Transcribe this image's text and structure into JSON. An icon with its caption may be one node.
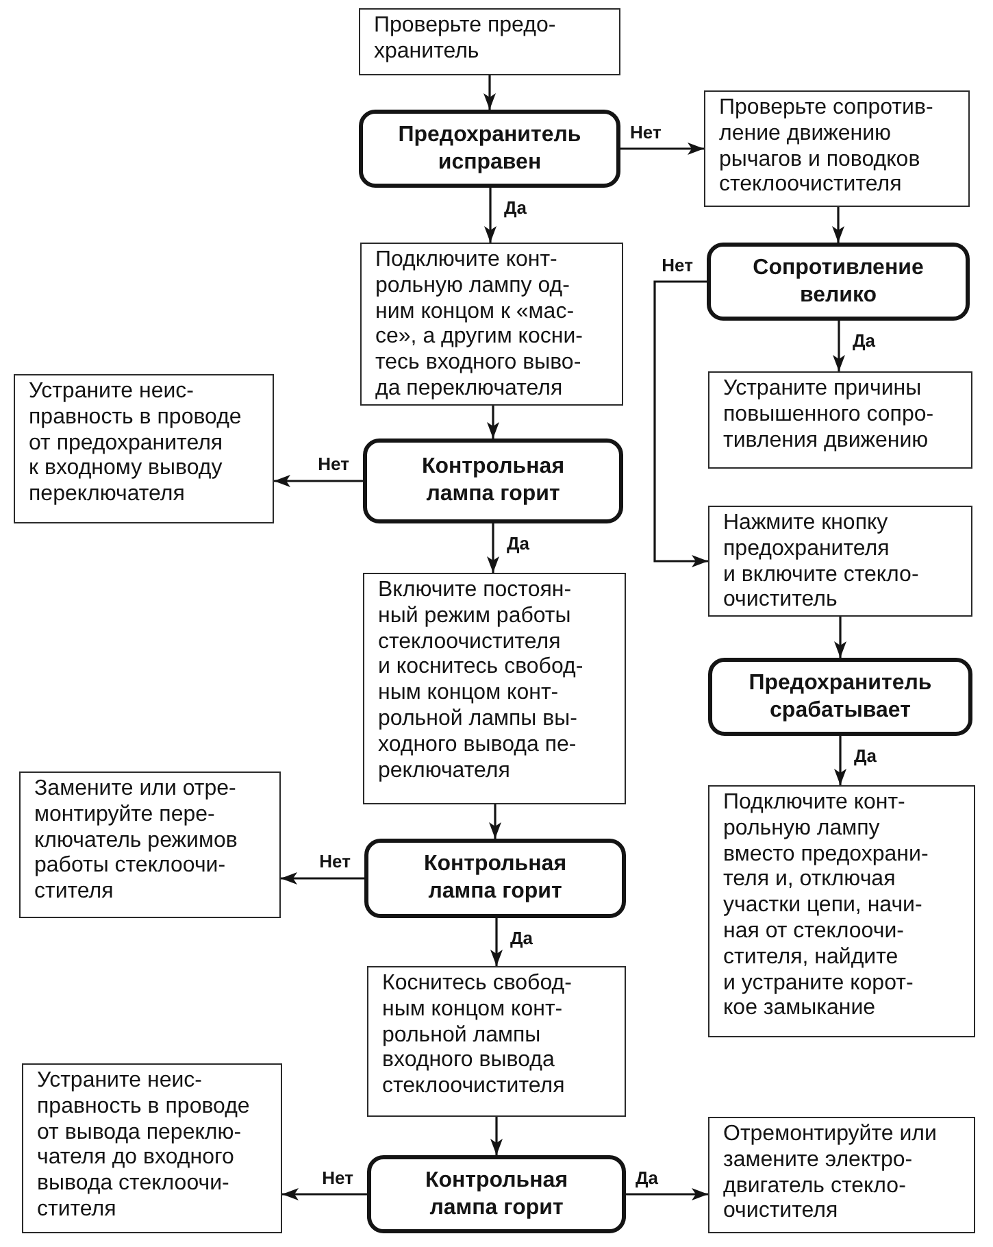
{
  "diagram": {
    "nodes": [
      {
        "text": [
          "Проверьте предо- хранитель"
        ]
      },
      {
        "text": [
          "Предохранитель исправен"
        ]
      },
      {
        "text": [
          "Проверьте сопротив- ление движению рычагов и поводков стеклоочистителя"
        ]
      },
      {
        "text": [
          "Подключите конт- рольную лампу од- ним концом к «мас- се», а другим косни- тесь входного выво- да переключателя"
        ]
      },
      {
        "text": [
          "Сопротивление велико"
        ]
      },
      {
        "text": [
          "Устраните неис- правность в проводе от предохранителя к входному выводу переключателя"
        ]
      },
      {
        "text": [
          "Контрольная лампа горит"
        ]
      },
      {
        "text": [
          "Устраните причины повышенного сопро- тивления движению"
        ]
      },
      {
        "text": [
          "Нажмите кнопку предохранителя и включите стекло- очиститель"
        ]
      },
      {
        "text": [
          "Включите постоян- ный режим работы стеклоочистителя и коснитесь свобод- ным концом конт- рольной лампы вы- ходного вывода пе- реключателя"
        ]
      },
      {
        "text": [
          "Предохранитель срабатывает"
        ]
      },
      {
        "text": [
          "Замените или отре- монтируйте пере- ключатель режимов работы стеклоочи- стителя"
        ]
      },
      {
        "text": [
          "Контрольная лампа горит"
        ]
      },
      {
        "text": [
          "Подключите конт- рольную лампу вместо предохрани- теля и, отключая участки цепи, начи- ная от стеклоочи- стителя, найдите и устраните корот- кое замыкание"
        ]
      },
      {
        "text": [
          "Коснитесь свобод- ным концом конт- рольной лампы входного вывода стеклоочистителя"
        ]
      },
      {
        "text": [
          "Устраните неис- правность в проводе от вывода переклю- чателя до входного вывода стеклоочи- стителя"
        ]
      },
      {
        "text": [
          "Контрольная лампа горит"
        ]
      },
      {
        "text": [
          "Отремонтируйте или замените электро- двигатель стекло- очистителя"
        ]
      }
    ],
    "edges": [
      {
        "from": 0,
        "to": 1,
        "arrow": "to"
      },
      {
        "from": 1,
        "to": 2,
        "arrow": "to",
        "label": "Нет"
      },
      {
        "from": 1,
        "to": 3,
        "arrow": "to",
        "label": "Да"
      },
      {
        "from": 2,
        "to": 4,
        "arrow": "to"
      },
      {
        "from": 4,
        "to": 7,
        "arrow": "to",
        "label": "Да"
      },
      {
        "from": 4,
        "to": 8,
        "arrow": "to",
        "label": "Нет"
      },
      {
        "from": 3,
        "to": 6,
        "arrow": "to"
      },
      {
        "from": 6,
        "to": 5,
        "arrow": "to",
        "label": "Нет"
      },
      {
        "from": 6,
        "to": 9,
        "arrow": "to",
        "label": "Да"
      },
      {
        "from": 8,
        "to": 10,
        "arrow": "to"
      },
      {
        "from": 10,
        "to": 13,
        "arrow": "to",
        "label": "Да"
      },
      {
        "from": 9,
        "to": 12,
        "arrow": "to"
      },
      {
        "from": 12,
        "to": 11,
        "arrow": "to",
        "label": "Нет"
      },
      {
        "from": 12,
        "to": 14,
        "arrow": "to",
        "label": "Да"
      },
      {
        "from": 14,
        "to": 16,
        "arrow": "to"
      },
      {
        "from": 16,
        "to": 15,
        "arrow": "to",
        "label": "Нет"
      },
      {
        "from": 16,
        "to": 17,
        "arrow": "to",
        "label": "Да"
      }
    ]
  }
}
